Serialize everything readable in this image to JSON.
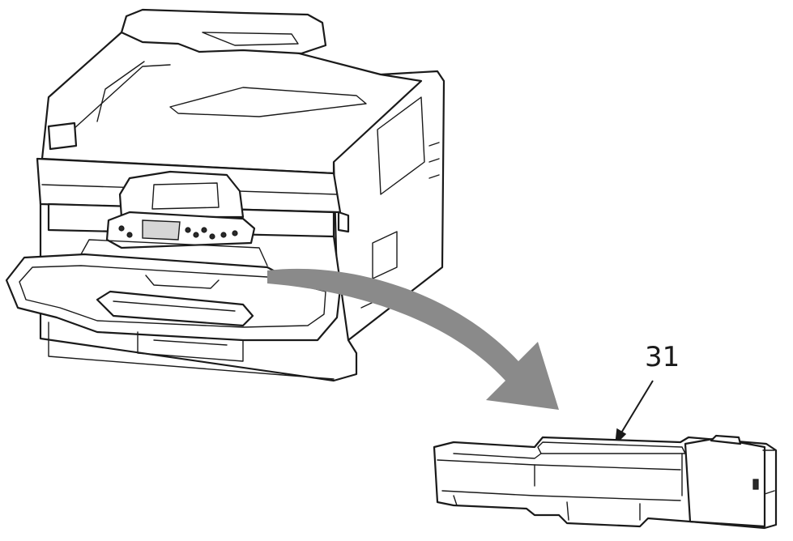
{
  "callout": {
    "number": "31"
  },
  "colors": {
    "arrow_fill": "#8a8a8a",
    "line": "#1a1a1a"
  },
  "icons": {
    "printer": "printer-illustration",
    "part": "belt-unit-illustration",
    "arrow": "curved-arrow-icon",
    "leader": "leader-line-icon"
  }
}
